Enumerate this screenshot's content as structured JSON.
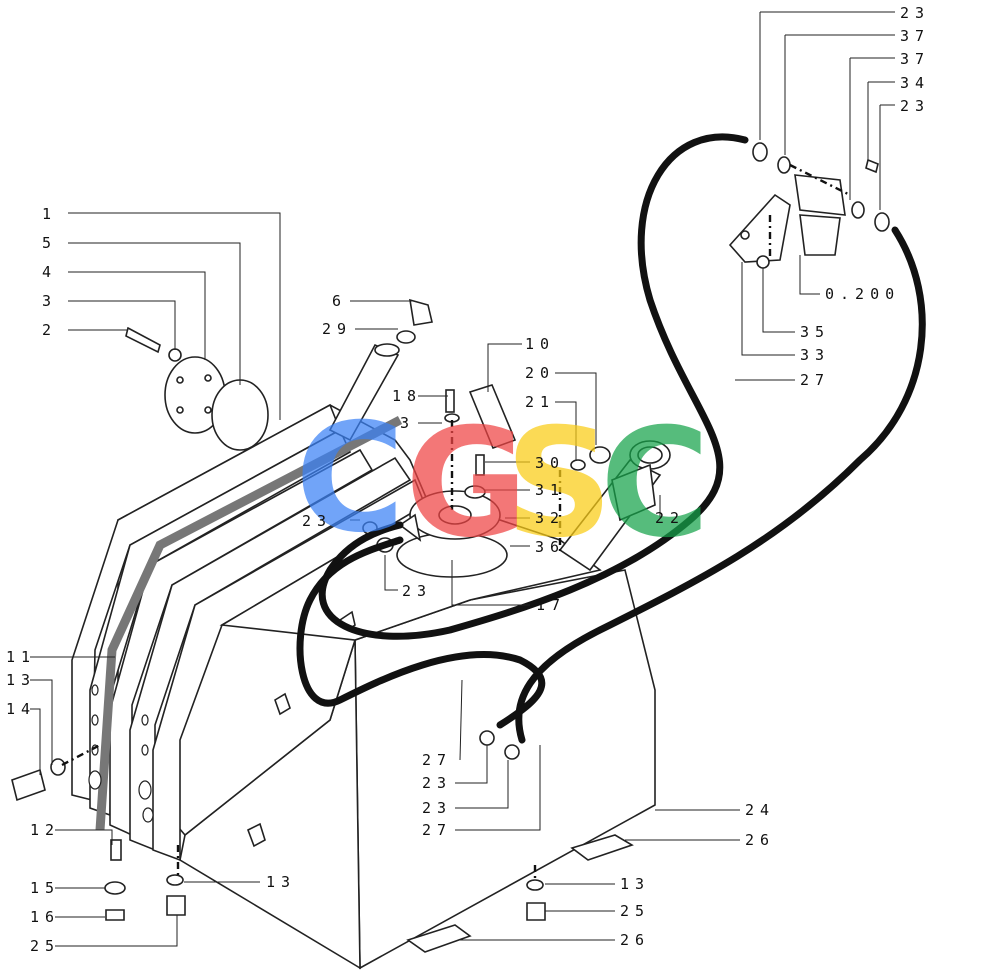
{
  "labels": {
    "l23_a": "23",
    "l37_a": "37",
    "l37_b": "37",
    "l34": "34",
    "l23_b": "23",
    "l1": "1",
    "l5": "5",
    "l4": "4",
    "l3_a": "3",
    "l2": "2",
    "l6": "6",
    "l29": "29",
    "l10": "10",
    "l18": "18",
    "l3_b": "3",
    "l20": "20",
    "l21": "21",
    "l30": "30",
    "l31": "31",
    "l32": "32",
    "l36": "36",
    "l22": "22",
    "l23_c": "23",
    "l23_d": "23",
    "l17": "17",
    "l0200": "0.200",
    "l35": "35",
    "l33": "33",
    "l27_a": "27",
    "l11": "11",
    "l13_a": "13",
    "l14": "14",
    "l12": "12",
    "l15": "15",
    "l16": "16",
    "l25_a": "25",
    "l13_b": "13",
    "l27_b": "27",
    "l23_e": "23",
    "l23_f": "23",
    "l27_c": "27",
    "l24": "24",
    "l26_a": "26",
    "l13_c": "13",
    "l25_b": "25",
    "l26_b": "26"
  },
  "watermark": {
    "letters": [
      "C",
      "G",
      "S",
      "C"
    ],
    "colors": [
      "#3b82f6",
      "#ef4444",
      "#facc15",
      "#16a34a"
    ]
  }
}
